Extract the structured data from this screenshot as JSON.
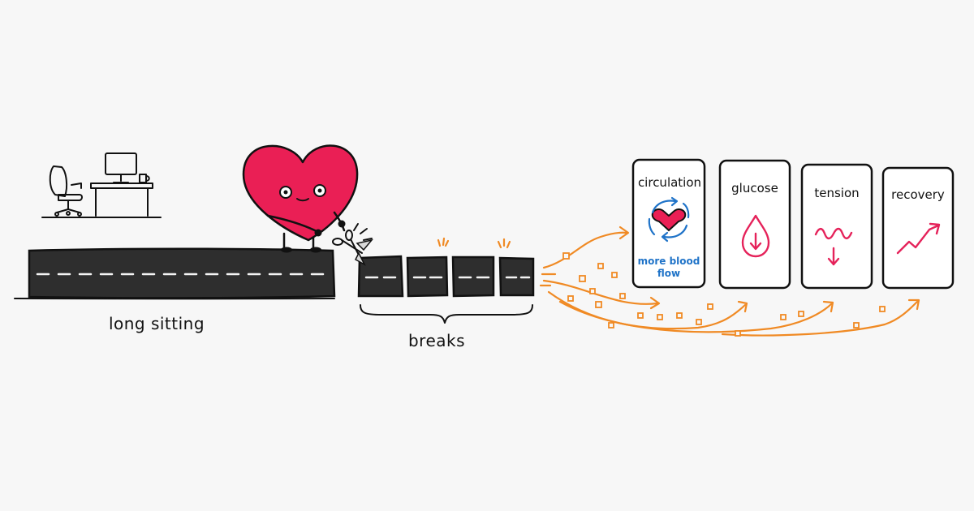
{
  "labels": {
    "long_sitting": "long sitting",
    "breaks": "breaks"
  },
  "cards": [
    {
      "title": "circulation",
      "caption_line1": "more blood",
      "caption_line2": "flow",
      "icon": "heart-cycle-icon"
    },
    {
      "title": "glucose",
      "icon": "drop-down-icon"
    },
    {
      "title": "tension",
      "icon": "wave-down-icon"
    },
    {
      "title": "recovery",
      "icon": "trend-up-icon"
    }
  ],
  "colors": {
    "heart": "#ea1f55",
    "accent_orange": "#f08a24",
    "blue": "#1f73c8",
    "pink": "#e5225a",
    "road": "#2e2e2e",
    "background": "#f7f7f7"
  }
}
